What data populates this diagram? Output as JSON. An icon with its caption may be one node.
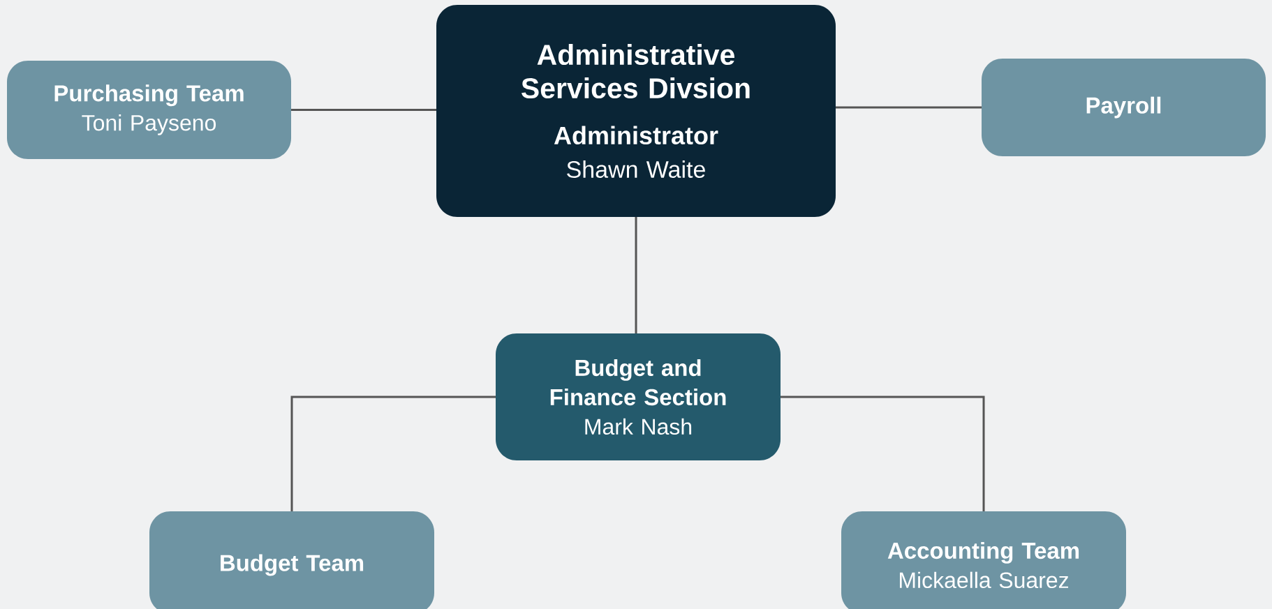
{
  "diagram": {
    "nodes": [
      {
        "text": [
          "Administrative Services Divsion",
          "Administrator",
          "Shawn Waite"
        ]
      },
      {
        "text": [
          "Purchasing Team",
          "Toni Payseno"
        ]
      },
      {
        "text": [
          "Payroll"
        ]
      },
      {
        "text": [
          "Budget and Finance Section",
          "Mark Nash"
        ]
      },
      {
        "text": [
          "Budget Team"
        ]
      },
      {
        "text": [
          "Accounting Team",
          "Mickaella Suarez"
        ]
      }
    ],
    "edges": [
      {
        "from": 0,
        "to": 1,
        "arrow": "none"
      },
      {
        "from": 0,
        "to": 2,
        "arrow": "none"
      },
      {
        "from": 0,
        "to": 3,
        "arrow": "none"
      },
      {
        "from": 3,
        "to": 4,
        "arrow": "none"
      },
      {
        "from": 3,
        "to": 5,
        "arrow": "none"
      }
    ]
  }
}
